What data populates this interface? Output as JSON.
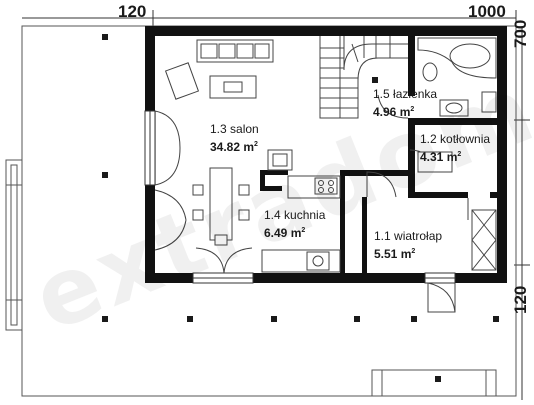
{
  "dimensions": {
    "top_left": "120",
    "top_right": "1000",
    "right_top": "700",
    "right_bottom": "120"
  },
  "rooms": [
    {
      "id": "salon",
      "number": "1.3",
      "name": "salon",
      "area": "34.82 m",
      "unit_sup": "2"
    },
    {
      "id": "lazienka",
      "number": "1.5",
      "name": "łazienka",
      "area": "4.96 m",
      "unit_sup": "2"
    },
    {
      "id": "kotlownia",
      "number": "1.2",
      "name": "kotłownia",
      "area": "4.31 m",
      "unit_sup": "2"
    },
    {
      "id": "kuchnia",
      "number": "1.4",
      "name": "kuchnia",
      "area": "6.49 m",
      "unit_sup": "2"
    },
    {
      "id": "wiatrolap",
      "number": "1.1",
      "name": "wiatrołap",
      "area": "5.51 m",
      "unit_sup": "2"
    }
  ],
  "watermark": "extradom"
}
